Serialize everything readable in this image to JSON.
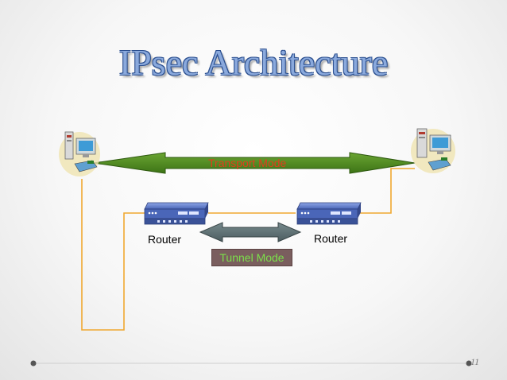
{
  "slide": {
    "title": "IPsec Architecture",
    "page_number": "11"
  },
  "labels": {
    "transport_mode": "Transport Mode",
    "tunnel_mode": "Tunnel Mode",
    "router_left": "Router",
    "router_right": "Router"
  },
  "colors": {
    "title_fill": "#8aa9dc",
    "title_outline": "#2b4f8f",
    "transport_arrow": "#4f8a1e",
    "tunnel_arrow": "#5f7275",
    "path_line": "#f0a830",
    "router_body": "#4a66b8"
  },
  "icons": [
    "computer-icon",
    "router-icon"
  ]
}
